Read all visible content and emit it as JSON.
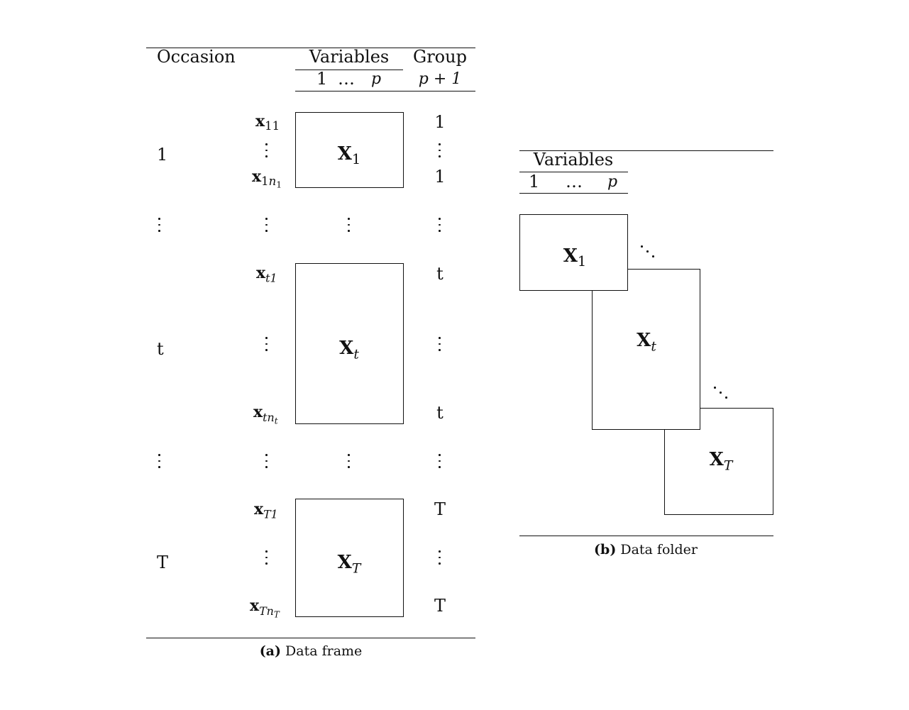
{
  "frame": {
    "header": {
      "occasion": "Occasion",
      "variables": "Variables",
      "group": "Group",
      "var_first": "1",
      "var_dots": "…",
      "var_last": "p",
      "group_col": "p + 1"
    },
    "blocks": [
      {
        "occasion": "1",
        "first_row": "x",
        "first_sub": "11",
        "last_row": "x",
        "last_sub": "1n",
        "last_subsub": "1",
        "matrix": "X",
        "matrix_sub": "1",
        "group_first": "1",
        "group_last": "1"
      },
      {
        "occasion": "t",
        "first_row": "x",
        "first_sub": "t1",
        "last_row": "x",
        "last_sub": "tn",
        "last_subsub": "t",
        "matrix": "X",
        "matrix_sub": "t",
        "group_first": "t",
        "group_last": "t"
      },
      {
        "occasion": "T",
        "first_row": "x",
        "first_sub": "T1",
        "last_row": "x",
        "last_sub": "Tn",
        "last_subsub": "T",
        "matrix": "X",
        "matrix_sub": "T",
        "group_first": "T",
        "group_last": "T"
      }
    ],
    "caption_label": "(a)",
    "caption_text": "Data frame"
  },
  "folder": {
    "header": {
      "variables": "Variables",
      "var_first": "1",
      "var_dots": "…",
      "var_last": "p"
    },
    "matrices": [
      {
        "label": "X",
        "sub": "1"
      },
      {
        "label": "X",
        "sub": "t"
      },
      {
        "label": "X",
        "sub": "T"
      }
    ],
    "caption_label": "(b)",
    "caption_text": "Data folder"
  }
}
